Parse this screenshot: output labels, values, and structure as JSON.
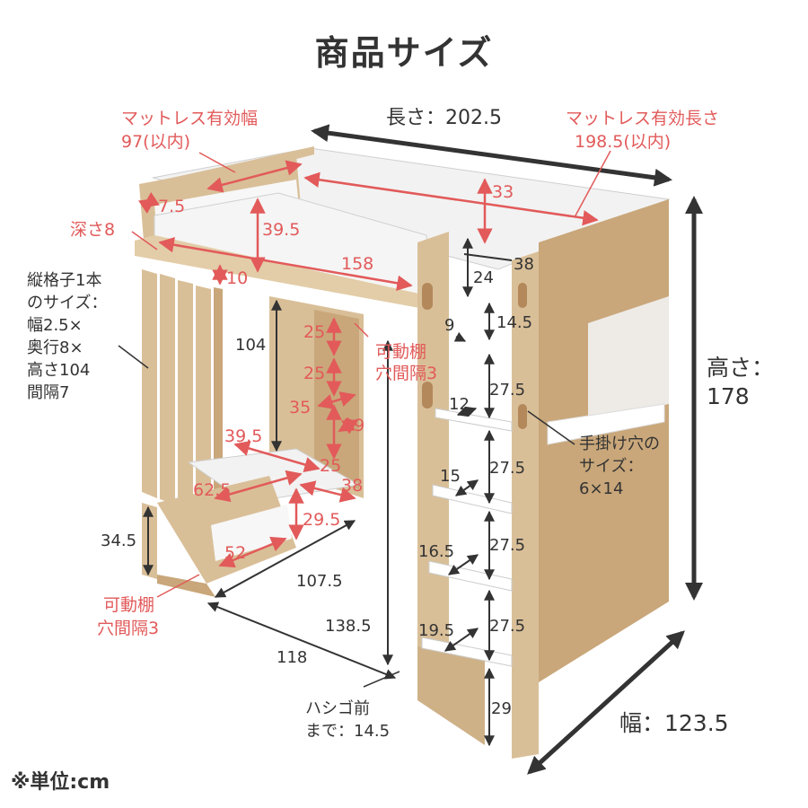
{
  "title": "商品サイズ",
  "unit_note": "※単位:cm",
  "overall": {
    "length_label": "長さ：202.5",
    "height_label_line1": "高さ：",
    "height_label_line2": "178",
    "width_label": "幅：123.5"
  },
  "mattress": {
    "width_line1": "マットレス有効幅",
    "width_line2": "97(以内)",
    "length_line1": "マットレス有効長さ",
    "length_line2": "198.5(以内)"
  },
  "movable_shelf": {
    "upper_line1": "可動棚",
    "upper_line2": "穴間隔3",
    "lower_line1": "可動棚",
    "lower_line2": "穴間隔3"
  },
  "slat_note": [
    "縦格子1本",
    "のサイズ：",
    "幅2.5×",
    "奥行8×",
    "高さ104",
    "間隔7"
  ],
  "handhold_note": [
    "手掛け穴の",
    "サイズ：",
    "6×14"
  ],
  "ladder_note": [
    "ハシゴ前",
    "まで：14.5"
  ],
  "depth_label": "深さ8",
  "dimensions": {
    "d7_5": "7.5",
    "d33": "33",
    "d39_5_top": "39.5",
    "d158": "158",
    "d10": "10",
    "d38_top": "38",
    "d24": "24",
    "d9": "9",
    "d14_5": "14.5",
    "d104": "104",
    "d25_a": "25",
    "d25_b": "25",
    "d35": "35",
    "d39": "39",
    "d39_5_mid": "39.5",
    "d25_c": "25",
    "d62_5": "62.5",
    "d38_mid": "38",
    "d29_5": "29.5",
    "d34_5": "34.5",
    "d52": "52",
    "d107_5": "107.5",
    "d138_5": "138.5",
    "d118": "118",
    "d12": "12",
    "d15": "15",
    "d16_5": "16.5",
    "d19_5": "19.5",
    "d27_5_a": "27.5",
    "d27_5_b": "27.5",
    "d27_5_c": "27.5",
    "d27_5_d": "27.5",
    "d29": "29"
  },
  "colors": {
    "red": "#e25a5a",
    "dark": "#333333",
    "wood": "#d9bf98",
    "wood_dark": "#c9a77a",
    "white_panel": "#f4f4f4"
  }
}
